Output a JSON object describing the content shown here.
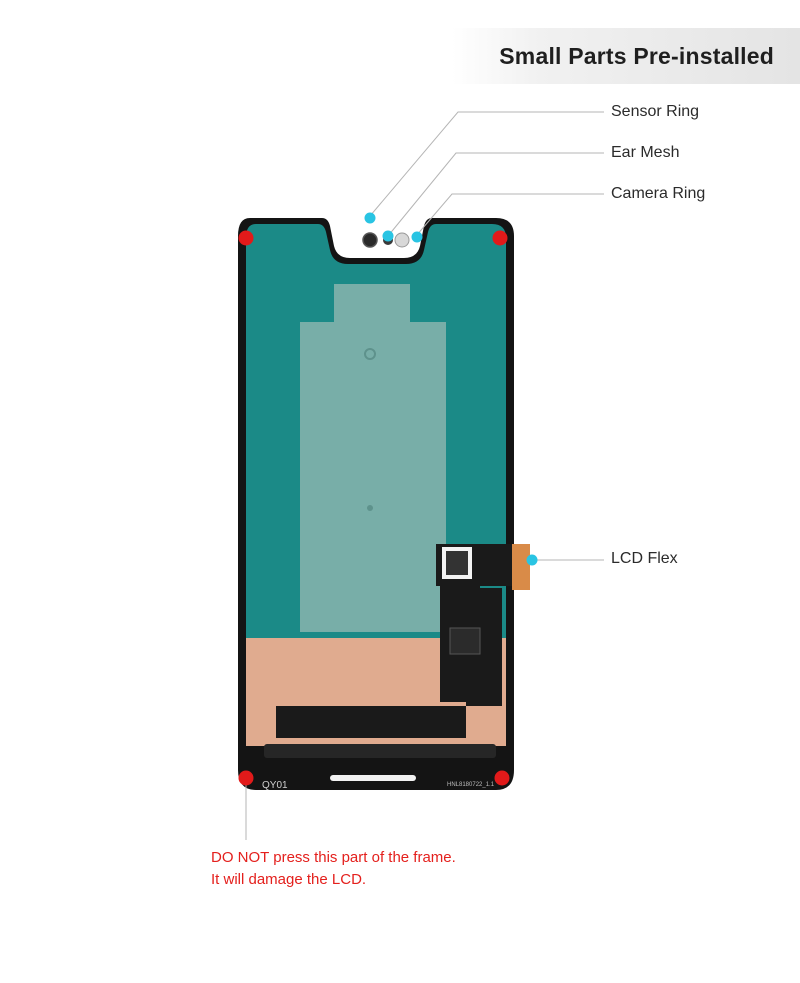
{
  "banner": {
    "title": "Small Parts Pre-installed"
  },
  "callouts": {
    "sensor_ring": "Sensor Ring",
    "ear_mesh": "Ear Mesh",
    "camera_ring": "Camera Ring",
    "lcd_flex": "LCD Flex"
  },
  "panel_markings": {
    "corner_code": "QY01",
    "model_code": "HNL8180722_1.1"
  },
  "warning": {
    "line1": "DO NOT press this part of the frame.",
    "line2": "It will damage the LCD."
  },
  "colors": {
    "panel_teal": "#1b8a87",
    "protective_film": "#78aea8",
    "copper_backing": "#e0ab8f",
    "frame_black": "#141414",
    "callout_dot": "#29c4e3",
    "press_point": "#e21a1a",
    "warning_text": "#e4201d"
  }
}
